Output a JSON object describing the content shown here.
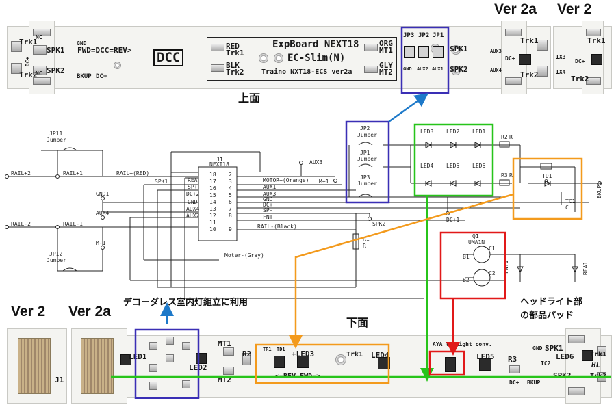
{
  "versions": {
    "top_ver2a": "Ver 2a",
    "top_ver2": "Ver 2",
    "bottom_ver2": "Ver 2",
    "bottom_ver2a": "Ver 2a"
  },
  "headings": {
    "top": "上面",
    "bottom": "下面"
  },
  "annotations": {
    "decoderless": "デコーダレス室内灯組立に利用",
    "headlight": "ヘッドライト部\nの部品パッド"
  },
  "top_board": {
    "nc_top": "NC",
    "nc_bottom": "NC",
    "gnd": "GND",
    "fwd": "FWD=DCC=REV>",
    "trk1": "Trk1",
    "trk2": "Trk2",
    "spk1": "SPK1",
    "spk2": "SPK2",
    "dc": "DC+",
    "bkup": "BKUP",
    "dcplus": "DC+",
    "red": "RED",
    "blk": "BLK",
    "trk1b": "Trk1",
    "trk2b": "Trk2",
    "title1": "ExpBoard NEXT18",
    "title2": "EC-Slim(N)",
    "title3": "Traino NXT18-ECS ver2a",
    "org": "ORG",
    "mt1": "MT1",
    "gly": "GLY",
    "mt2": "MT2",
    "jp3": "JP3",
    "jp2": "JP2",
    "jp1": "JP1",
    "jp_gnd": "GND",
    "jp_aux2": "AUX2",
    "jp_aux1": "AUX1",
    "r_spk1": "SPK1",
    "r_spk2": "SPK2",
    "r_aux3": "AUX3",
    "r_aux4": "AUX4",
    "r_dc": "DC+",
    "r_trk1": "Trk1",
    "r_trk2": "Trk2",
    "dcc_logo": "DCC",
    "v2_trk1": "Trk1",
    "v2_trk2": "Trk2",
    "v2_ix3": "IX3",
    "v2_ix4": "IX4",
    "v2_dc": "DC+"
  },
  "schematic": {
    "rail_p2": "RAIL+2",
    "rail_p1": "RAIL+1",
    "rail_red": "RAIL+(RED)",
    "rail_m2": "RAIL-2",
    "rail_m1": "RAIL-1",
    "jp11": "JP11",
    "jp11b": "Jumper",
    "jp12": "JP12",
    "jp12b": "Jumper",
    "gnd1": "GND1",
    "aux4": "AUX4",
    "m1": "M-1",
    "spk1": "SPK1",
    "j1": "J1",
    "next18": "NEXT18",
    "pins_left": [
      "REA",
      "SP+",
      "DC+2",
      "GND",
      "AUX4",
      "AUX2",
      "",
      ""
    ],
    "pins_lnum": [
      "18",
      "17",
      "16",
      "15",
      "14",
      "13",
      "12",
      "11",
      "10"
    ],
    "pins_rnum": [
      "2",
      "3",
      "4",
      "5",
      "6",
      "7",
      "8",
      "9"
    ],
    "pins_right": [
      "MOTOR+(Orange)",
      "AUX1",
      "AUX3",
      "GND",
      "DC+",
      "SP-",
      "FNT",
      "RAIL-(Black)"
    ],
    "aux3": "AUX3",
    "mplus": "M+1",
    "motor_gray": "Moter-(Gray)",
    "spk2": "SPK2",
    "r1": "R1",
    "r1b": "R",
    "jp2": "JP2",
    "jp2b": "Jumper",
    "jp1": "JP1",
    "jp1b": "Jumper",
    "jp3": "JP3",
    "jp3b": "Jumper",
    "leds": [
      "LED3",
      "LED2",
      "LED1",
      "LED4",
      "LED5",
      "LED6"
    ],
    "r2": "R2",
    "r3": "R3",
    "rr": "R",
    "td1": "TD1",
    "d": "D",
    "tc1": "TC1",
    "c": "C",
    "bkup1": "BKUP1",
    "dc1": "DC+1",
    "q1": "Q1",
    "uma": "UMA1N",
    "fnt1": "FNT1",
    "rea1": "REA1",
    "b1": "B1",
    "b2": "B2",
    "c1": "C1",
    "c2": "C2"
  },
  "bottom_board": {
    "led1": "LED1",
    "led2": "LED2",
    "mt1": "MT1",
    "mt2": "MT2",
    "r2": "R2",
    "tr1": "TR1",
    "td1": "TD1",
    "led3": "+LED3",
    "rev": "<=REV FWD=>",
    "trk1": "Trk1",
    "led4": "LED4",
    "aya": "AYA   la light conv.",
    "led5": "LED5",
    "r3": "R3",
    "gnd": "GND",
    "spk1": "SPK1",
    "led6": "LED6",
    "trk1b": "Trk1",
    "hl": "HL",
    "trk2": "Trk2",
    "spk2": "SPK2",
    "dc": "DC+",
    "bkup": "BKUP",
    "tc2": "TC2",
    "j1": "J1"
  },
  "colors": {
    "blue": "#3a2fb5",
    "orange": "#f39a1c",
    "green": "#27c41a",
    "red": "#e11919",
    "arrow_blue": "#1d79c9"
  }
}
